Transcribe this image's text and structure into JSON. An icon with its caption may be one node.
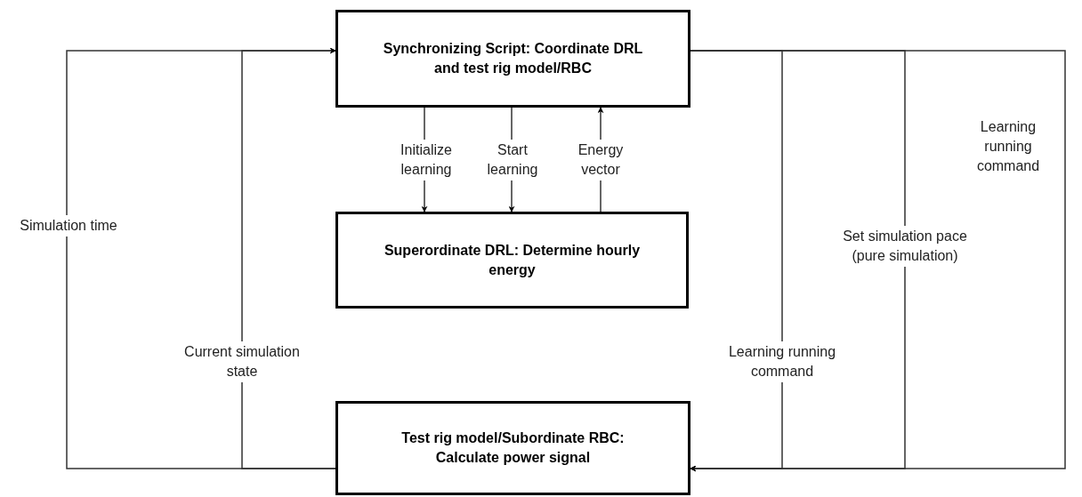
{
  "diagram": {
    "nodes": [
      {
        "text": [
          "Synchronizing Script: Coordinate DRL and test rig model/RBC"
        ]
      },
      {
        "text": [
          "Superordinate DRL: Determine hourly energy"
        ]
      },
      {
        "text": [
          "Test rig model/Subordinate RBC: Calculate power signal"
        ]
      }
    ],
    "edges": [
      {
        "from": 0,
        "to": 1,
        "arrow": "to",
        "label": "Initialize learning"
      },
      {
        "from": 0,
        "to": 1,
        "arrow": "to",
        "label": "Start learning"
      },
      {
        "from": 1,
        "to": 0,
        "arrow": "to",
        "label": "Energy vector"
      },
      {
        "from": 2,
        "to": 0,
        "arrow": "to",
        "label": "Simulation time"
      },
      {
        "from": 2,
        "to": 0,
        "arrow": "to",
        "label": "Current simulation state"
      },
      {
        "from": 0,
        "to": 2,
        "arrow": "to",
        "label": "Learning running command"
      },
      {
        "from": 0,
        "to": 2,
        "arrow": "to",
        "label": "Set simulation pace (pure simulation)"
      },
      {
        "from": 0,
        "to": 2,
        "arrow": "to",
        "label": "Learning running command"
      }
    ]
  }
}
